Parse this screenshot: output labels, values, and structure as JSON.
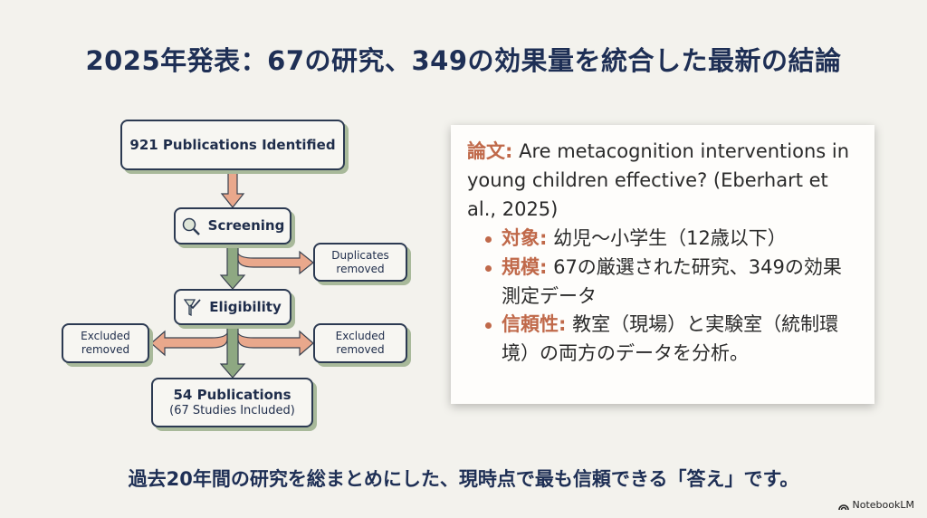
{
  "title": "2025年発表：67の研究、349の効果量を統合した最新の結論",
  "flow": {
    "identified": "921 Publications Identified",
    "screening": "Screening",
    "duplicates": [
      "Duplicates",
      "removed"
    ],
    "eligibility": "Eligibility",
    "excluded_left": [
      "Excluded",
      "removed"
    ],
    "excluded_right": [
      "Excluded",
      "removed"
    ],
    "included_main": "54 Publications",
    "included_sub": "(67 Studies Included)"
  },
  "panel": {
    "paper_label": "論文:",
    "paper_text": " Are metacognition interventions in young children effective? (Eberhart et al., 2025)",
    "items": [
      {
        "label": "対象:",
        "text": " 幼児〜小学生（12歳以下）"
      },
      {
        "label": "規模:",
        "text": " 67の厳選された研究、349の効果測定データ"
      },
      {
        "label": "信頼性:",
        "text": " 教室（現場）と実験室（統制環境）の両方のデータを分析。"
      }
    ]
  },
  "footer": "過去20年間の研究を総まとめにした、現時点で最も信頼できる「答え」です。",
  "brand": "NotebookLM",
  "colors": {
    "navy": "#1e2f55",
    "orange": "#e9a88c",
    "green": "#8ea882",
    "accent": "#c0694a"
  }
}
